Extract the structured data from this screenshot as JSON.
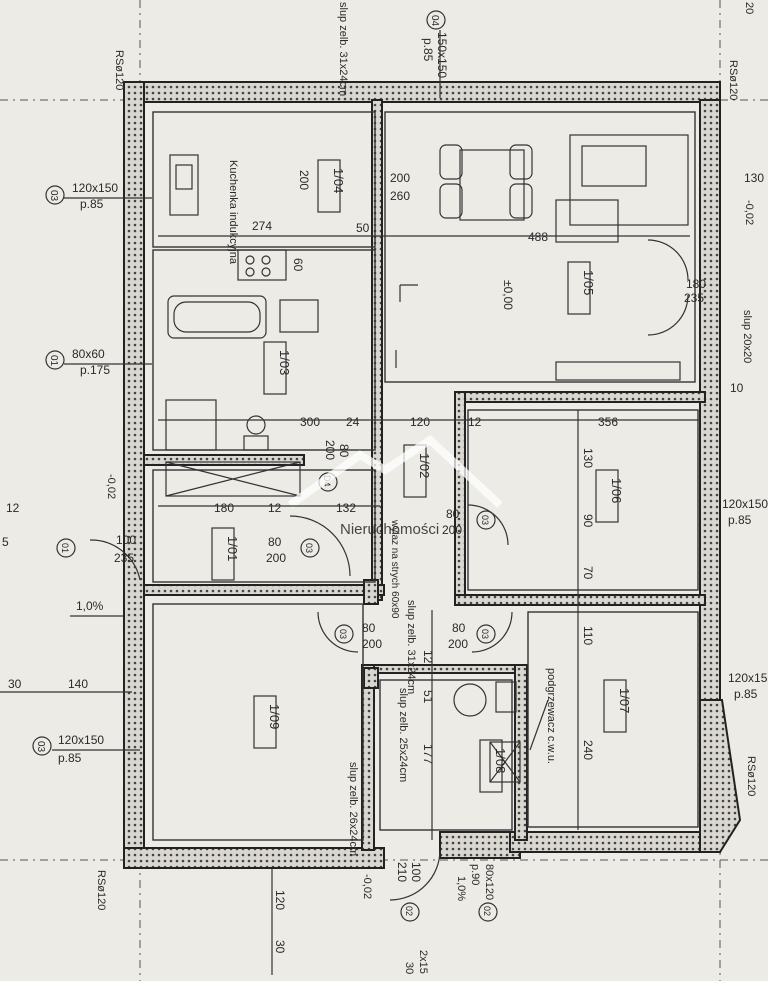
{
  "rooms": {
    "r104": "1/04",
    "r105": "1/05",
    "r103": "1/03",
    "r102": "1/02",
    "r106": "1/06",
    "r101": "1/01",
    "r107": "1/07",
    "r108": "1/08",
    "r109": "1/09"
  },
  "windows": {
    "o3_top_left": {
      "tag": "03",
      "size": "120x150",
      "sill": "p.85"
    },
    "o1_left": {
      "tag": "01",
      "size": "80x60",
      "sill": "p.175"
    },
    "o3_bottom_left": {
      "tag": "03",
      "size": "120x150",
      "sill": "p.85"
    },
    "o4_top": {
      "tag": "04",
      "size": "150x150",
      "sill": "p.85"
    },
    "right_mid": {
      "size": "120x150",
      "sill": "p.85"
    },
    "right_low": {
      "size": "120x15",
      "sill": "p.85"
    },
    "bottom_d2": {
      "size": "80x120",
      "sill": "p.90"
    }
  },
  "labels": {
    "kitchen": "Kuchenka indukcyjna",
    "pillar_top": "slup zelb. 31x24cm",
    "pillar_mid": "slup zelb. 31x24cm",
    "pillar_2524": "slup zelb. 25x24cm",
    "pillar_2624": "slup zelb. 26x24cm",
    "attic": "wylaz na strych 60x90",
    "heater": "podgrzewacz c.w.u.",
    "level_zero": "±0,00",
    "rs_top_left": "RSø120",
    "rs_top_right": "RSø120",
    "rs_bottom_left": "RSø120",
    "rs_bottom_right": "RSø120",
    "slope1": "1,0%",
    "slope2": "1,0%",
    "lvl_left": "-0,02",
    "lvl_bottom": "-0,02",
    "lvl_right": "-0,02",
    "slup_right": "slup 20x20",
    "watermark": "Nieruchomości"
  },
  "doors": {
    "d_80_200_a": {
      "tag": "D4",
      "w": "80",
      "h": "200"
    },
    "d_80_200_b": {
      "tag": "03",
      "w": "80",
      "h": "200"
    },
    "d_80_200_c": {
      "tag": "03",
      "w": "80",
      "h": "200"
    },
    "d_80_200_d": {
      "tag": "03",
      "w": "80",
      "h": "200"
    },
    "d_80_200_e": {
      "tag": "03",
      "w": "80",
      "h": "200"
    },
    "d_100_235": {
      "tag": "01",
      "w": "100",
      "h": "235"
    },
    "d_100_210": {
      "tag": "02",
      "w": "100",
      "h": "210"
    },
    "d_180_235": {
      "w": "180",
      "h": "235"
    }
  },
  "dims": {
    "d200a": "200",
    "d260": "260",
    "d200b": "200",
    "d274": "274",
    "d50": "50",
    "d488": "488",
    "d60": "60",
    "d300": "300",
    "d24": "24",
    "d120a": "120",
    "d12a": "12",
    "d356": "356",
    "d130": "130",
    "d90": "90",
    "d70": "70",
    "d110": "110",
    "d12b": "12",
    "d51": "51",
    "d177": "177",
    "d240": "240",
    "d180": "180",
    "d12c": "12",
    "d132": "132",
    "d140": "140",
    "d30a": "30",
    "d120b": "120",
    "d30b": "30",
    "d10": "10",
    "d130r": "130",
    "d12l": "12",
    "d5": "5",
    "d2x15": "2x15",
    "d30c": "30",
    "d20": "20"
  }
}
